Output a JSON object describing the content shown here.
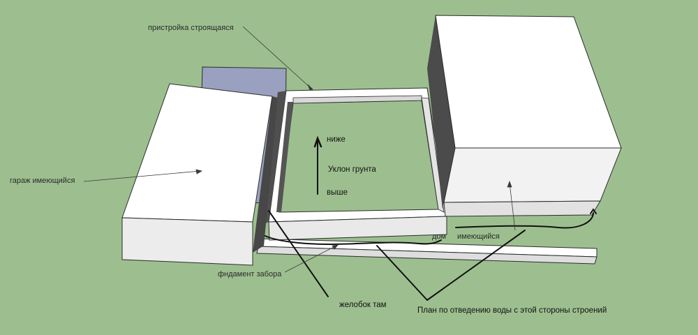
{
  "labels": {
    "extension": "пристройка строящаяся",
    "garage": "гараж имеющийся",
    "lower": "ниже",
    "slope": "Уклон грунта",
    "higher": "выше",
    "house_a": "дом",
    "house_b": "имеющийся",
    "fence": "фндамент забора",
    "gutter": "желобок там",
    "plan": "План по отведению воды с этой стороны строений"
  },
  "colors": {
    "ground": "#9dbf8f",
    "face_light": "#ffffff",
    "face_mid": "#e8e8e8",
    "face_shade": "#c9c9c9",
    "shadow_side": "#4a4a4a",
    "back_block": "#9aa0bf",
    "outline": "#2b2b2b",
    "ink": "#111111"
  }
}
